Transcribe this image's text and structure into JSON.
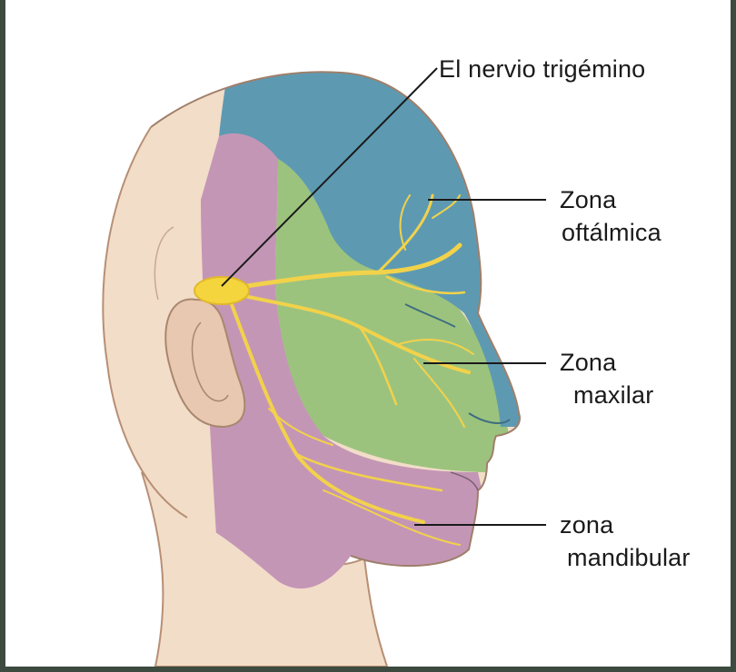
{
  "labels": {
    "nerve": "El nervio trigémino",
    "ophthalmic_line1": "Zona",
    "ophthalmic_line2": "oftálmica",
    "maxillary_line1": "Zona",
    "maxillary_line2": "maxilar",
    "mandibular_line1": "zona",
    "mandibular_line2": "mandibular"
  },
  "colors": {
    "frame": "#3d4a3f",
    "skin": "#f2ddc8",
    "ophthalmic_zone": "#5d9ab2",
    "maxillary_zone": "#9cc37e",
    "mandibular_zone": "#c496b6",
    "nerve": "#f2d24a",
    "leader_line": "#1a1a1a"
  }
}
